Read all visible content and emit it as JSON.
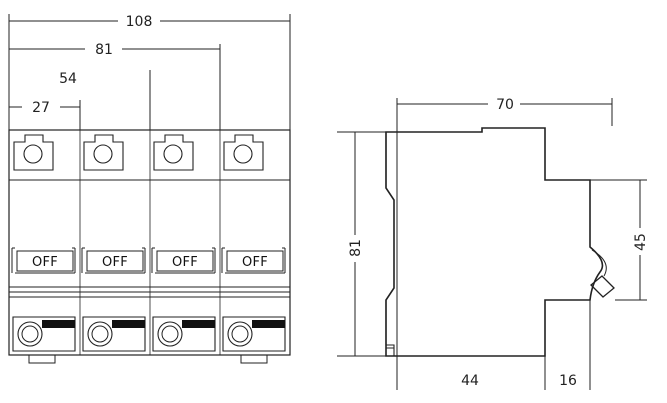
{
  "front_view": {
    "dimensions": [
      "108",
      "81",
      "54",
      "27"
    ],
    "poles": [
      {
        "switch_label": "OFF"
      },
      {
        "switch_label": "OFF"
      },
      {
        "switch_label": "OFF"
      },
      {
        "switch_label": "OFF"
      }
    ]
  },
  "side_view": {
    "width_dim": "70",
    "height_dim": "81",
    "rail_dim": "45",
    "bottom_dim_left": "44",
    "bottom_dim_right": "16"
  }
}
